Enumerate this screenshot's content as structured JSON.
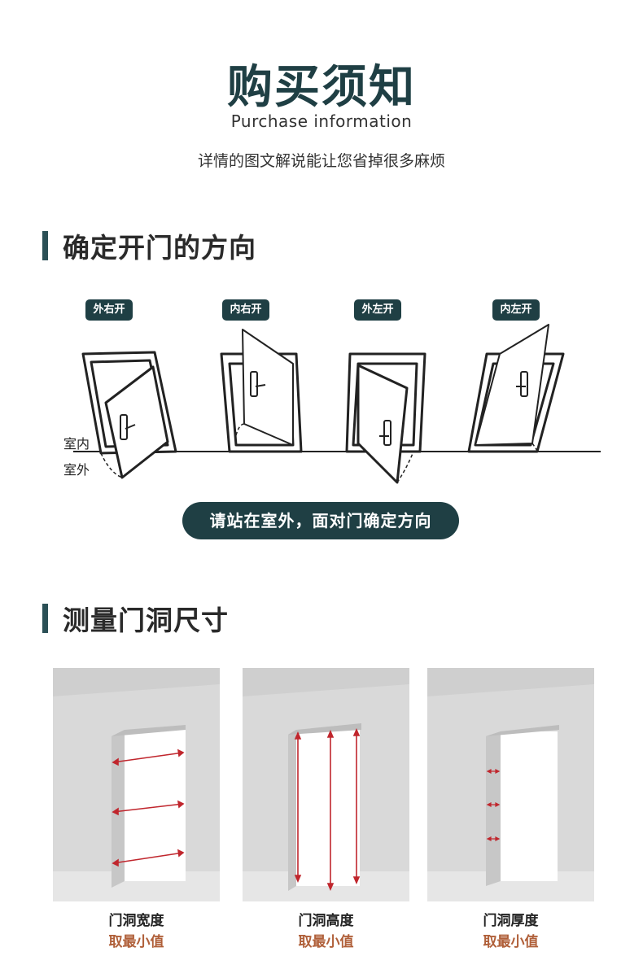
{
  "header": {
    "title": "购买须知",
    "subtitle_en": "Purchase information",
    "subtitle_cn": "详情的图文解说能让您省掉很多麻烦"
  },
  "section_door_direction": {
    "heading": "确定开门的方向",
    "door_types": [
      "外右开",
      "内右开",
      "外左开",
      "内左开"
    ],
    "indoor_label": "室内",
    "outdoor_label": "室外",
    "instruction": "请站在室外，面对门确定方向"
  },
  "section_measure": {
    "heading": "测量门洞尺寸",
    "panels": [
      {
        "caption": "门洞宽度",
        "note": "取最小值"
      },
      {
        "caption": "门洞高度",
        "note": "取最小值"
      },
      {
        "caption": "门洞厚度",
        "note": "取最小值"
      }
    ]
  },
  "colors": {
    "brand_dark": "#1f3f44",
    "note_orange": "#b0603a",
    "measure_red": "#c0262d"
  }
}
